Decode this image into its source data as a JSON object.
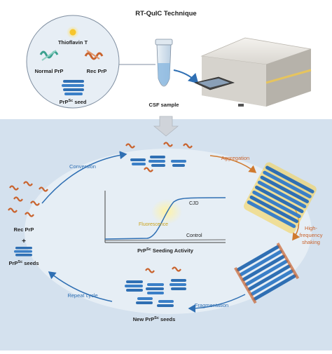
{
  "title": "RT-QuIC Technique",
  "inset": {
    "thioflavin": "Thioflavin T",
    "normal_prp": "Normal PrP",
    "rec_prp": "Rec PrP",
    "seed_main": "PrP",
    "seed_sup": "Sc",
    "seed_rest": " seed"
  },
  "csf_label": "CSF sample",
  "cycle": {
    "conversion": "Conversion",
    "aggregation": "Aggregation",
    "high_frequency_shaking": [
      "High-",
      "frequency",
      "shaking"
    ],
    "fragmentation": "Fragmentation",
    "repeat_cycle": "Repeat cycle",
    "new_seeds": {
      "main": "New PrP",
      "sup": "Sc",
      "rest": " seeds"
    },
    "rec_prp": "Rec PrP",
    "plus": "+",
    "seeds": {
      "main": "PrP",
      "sup": "Sc",
      "rest": " seeds"
    }
  },
  "chart": {
    "fluorescence": "Fluorescence",
    "cjd": "CJD",
    "control": "Control",
    "caption_main": "PrP",
    "caption_sup": "Sc",
    "caption_rest": " Seeding Activity"
  },
  "colors": {
    "top_bg": "#ffffff",
    "bottom_bg": "#d4e1ee",
    "orange": "#c9632d",
    "blue": "#2f6fb3",
    "teal": "#3aa08e",
    "yellow": "#f5d24a"
  }
}
